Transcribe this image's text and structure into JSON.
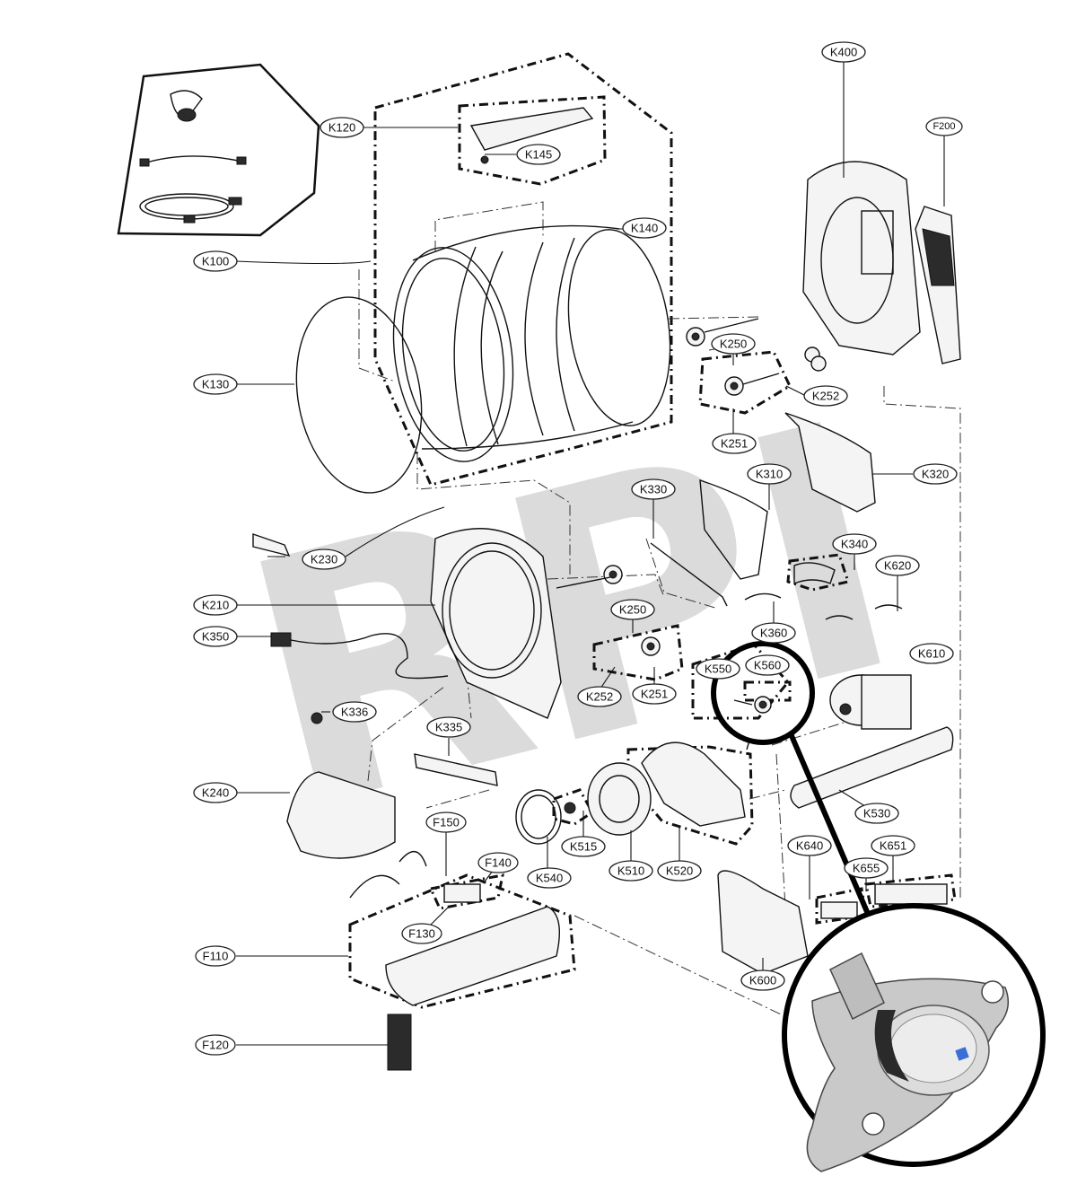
{
  "watermark": "RPI",
  "callouts": {
    "K100": "K100",
    "K120": "K120",
    "K145": "K145",
    "K140": "K140",
    "K130": "K130",
    "K400": "K400",
    "F200": "F200",
    "K250a": "K250",
    "K252a": "K252",
    "K251a": "K251",
    "K320": "K320",
    "K310": "K310",
    "K330": "K330",
    "K340": "K340",
    "K620": "K620",
    "K230": "K230",
    "K210": "K210",
    "K250b": "K250",
    "K350": "K350",
    "K360": "K360",
    "K610": "K610",
    "K550": "K550",
    "K560": "K560",
    "K252b": "K252",
    "K251b": "K251",
    "K336": "K336",
    "K335": "K335",
    "K240": "K240",
    "K530": "K530",
    "K515": "K515",
    "K540": "K540",
    "K510": "K510",
    "K520": "K520",
    "K640": "K640",
    "K651": "K651",
    "K655": "K655",
    "F150": "F150",
    "F140": "F140",
    "F130": "F130",
    "F110": "F110",
    "K600": "K600",
    "F120": "F120"
  }
}
